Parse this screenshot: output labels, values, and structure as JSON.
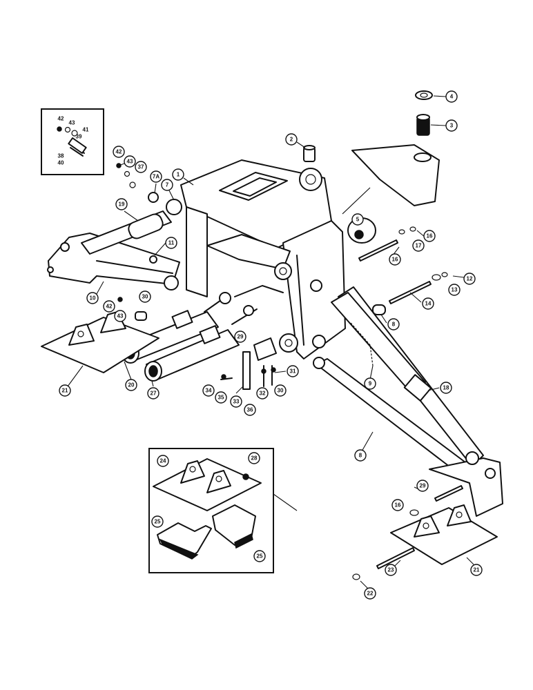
{
  "callouts": [
    {
      "id": "c4",
      "label": "4"
    },
    {
      "id": "c3",
      "label": "3"
    },
    {
      "id": "c2",
      "label": "2"
    },
    {
      "id": "c1",
      "label": "1"
    },
    {
      "id": "c7",
      "label": "7"
    },
    {
      "id": "c7a",
      "label": "7A"
    },
    {
      "id": "c37",
      "label": "37"
    },
    {
      "id": "c43a",
      "label": "43"
    },
    {
      "id": "c42a",
      "label": "42"
    },
    {
      "id": "c19",
      "label": "19"
    },
    {
      "id": "c11",
      "label": "11"
    },
    {
      "id": "c10",
      "label": "10"
    },
    {
      "id": "c42b",
      "label": "42"
    },
    {
      "id": "c43b",
      "label": "43"
    },
    {
      "id": "c30a",
      "label": "30"
    },
    {
      "id": "c21a",
      "label": "21"
    },
    {
      "id": "c20",
      "label": "20"
    },
    {
      "id": "c27",
      "label": "27"
    },
    {
      "id": "c29a",
      "label": "29"
    },
    {
      "id": "c31",
      "label": "31"
    },
    {
      "id": "c34",
      "label": "34"
    },
    {
      "id": "c35",
      "label": "35"
    },
    {
      "id": "c33",
      "label": "33"
    },
    {
      "id": "c32",
      "label": "32"
    },
    {
      "id": "c36",
      "label": "36"
    },
    {
      "id": "c30b",
      "label": "30"
    },
    {
      "id": "c5",
      "label": "5"
    },
    {
      "id": "c16a",
      "label": "16"
    },
    {
      "id": "c17",
      "label": "17"
    },
    {
      "id": "c16b",
      "label": "16"
    },
    {
      "id": "c12",
      "label": "12"
    },
    {
      "id": "c13",
      "label": "13"
    },
    {
      "id": "c14",
      "label": "14"
    },
    {
      "id": "c8a",
      "label": "8"
    },
    {
      "id": "c9",
      "label": "9"
    },
    {
      "id": "c18",
      "label": "18"
    },
    {
      "id": "c8b",
      "label": "8"
    },
    {
      "id": "c28",
      "label": "28"
    },
    {
      "id": "c24",
      "label": "24"
    },
    {
      "id": "c25a",
      "label": "25"
    },
    {
      "id": "c25b",
      "label": "25"
    },
    {
      "id": "c29b",
      "label": "29"
    },
    {
      "id": "c16c",
      "label": "16"
    },
    {
      "id": "c23",
      "label": "23"
    },
    {
      "id": "c21b",
      "label": "21"
    },
    {
      "id": "c22",
      "label": "22"
    },
    {
      "id": "i42",
      "label": "42"
    },
    {
      "id": "i43",
      "label": "43"
    },
    {
      "id": "i41",
      "label": "41"
    },
    {
      "id": "i39",
      "label": "39"
    },
    {
      "id": "i38",
      "label": "38"
    },
    {
      "id": "i40",
      "label": "40"
    }
  ]
}
